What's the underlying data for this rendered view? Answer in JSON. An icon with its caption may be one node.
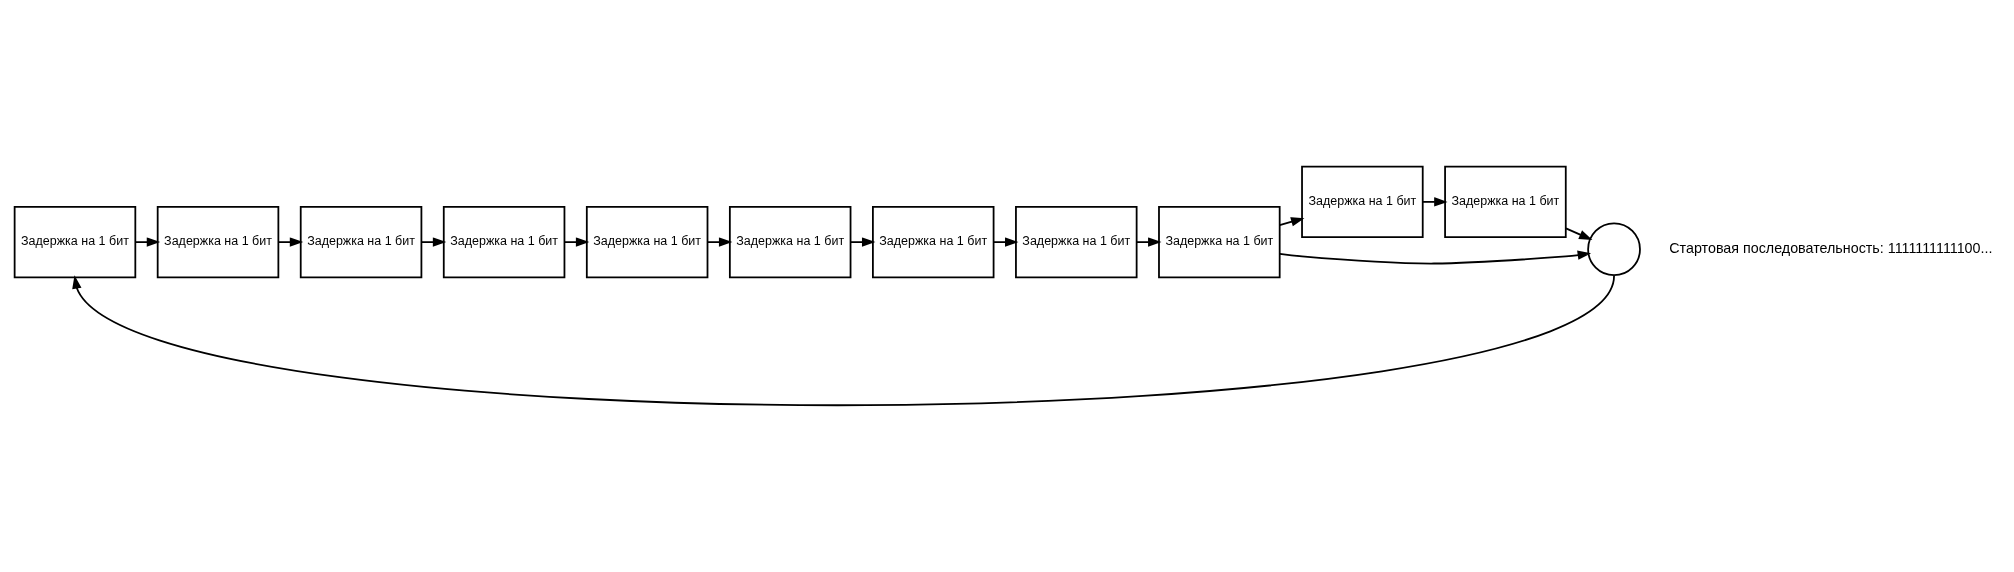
{
  "diagram": {
    "nodes": [
      {
        "text": [
          "Задержка на 1 бит"
        ]
      },
      {
        "text": [
          "Задержка на 1 бит"
        ]
      },
      {
        "text": [
          "Задержка на 1 бит"
        ]
      },
      {
        "text": [
          "Задержка на 1 бит"
        ]
      },
      {
        "text": [
          "Задержка на 1 бит"
        ]
      },
      {
        "text": [
          "Задержка на 1 бит"
        ]
      },
      {
        "text": [
          "Задержка на 1 бит"
        ]
      },
      {
        "text": [
          "Задержка на 1 бит"
        ]
      },
      {
        "text": [
          "Задержка на 1 бит"
        ]
      },
      {
        "text": [
          "Задержка на 1 бит"
        ]
      },
      {
        "text": [
          "Задержка на 1 бит"
        ]
      },
      {
        "text": [],
        "shape": "circle"
      }
    ],
    "edges": [
      {
        "from": 0,
        "to": 1,
        "arrow": "to"
      },
      {
        "from": 1,
        "to": 2,
        "arrow": "to"
      },
      {
        "from": 2,
        "to": 3,
        "arrow": "to"
      },
      {
        "from": 3,
        "to": 4,
        "arrow": "to"
      },
      {
        "from": 4,
        "to": 5,
        "arrow": "to"
      },
      {
        "from": 5,
        "to": 6,
        "arrow": "to"
      },
      {
        "from": 6,
        "to": 7,
        "arrow": "to"
      },
      {
        "from": 7,
        "to": 8,
        "arrow": "to"
      },
      {
        "from": 8,
        "to": 9,
        "arrow": "to"
      },
      {
        "from": 9,
        "to": 10,
        "arrow": "to"
      },
      {
        "from": 8,
        "to": 11,
        "arrow": "to"
      },
      {
        "from": 10,
        "to": 11,
        "arrow": "to"
      },
      {
        "from": 11,
        "to": 0,
        "arrow": "to"
      }
    ],
    "labels": [
      "Стартовая последовательность: 1111111111100..."
    ]
  }
}
